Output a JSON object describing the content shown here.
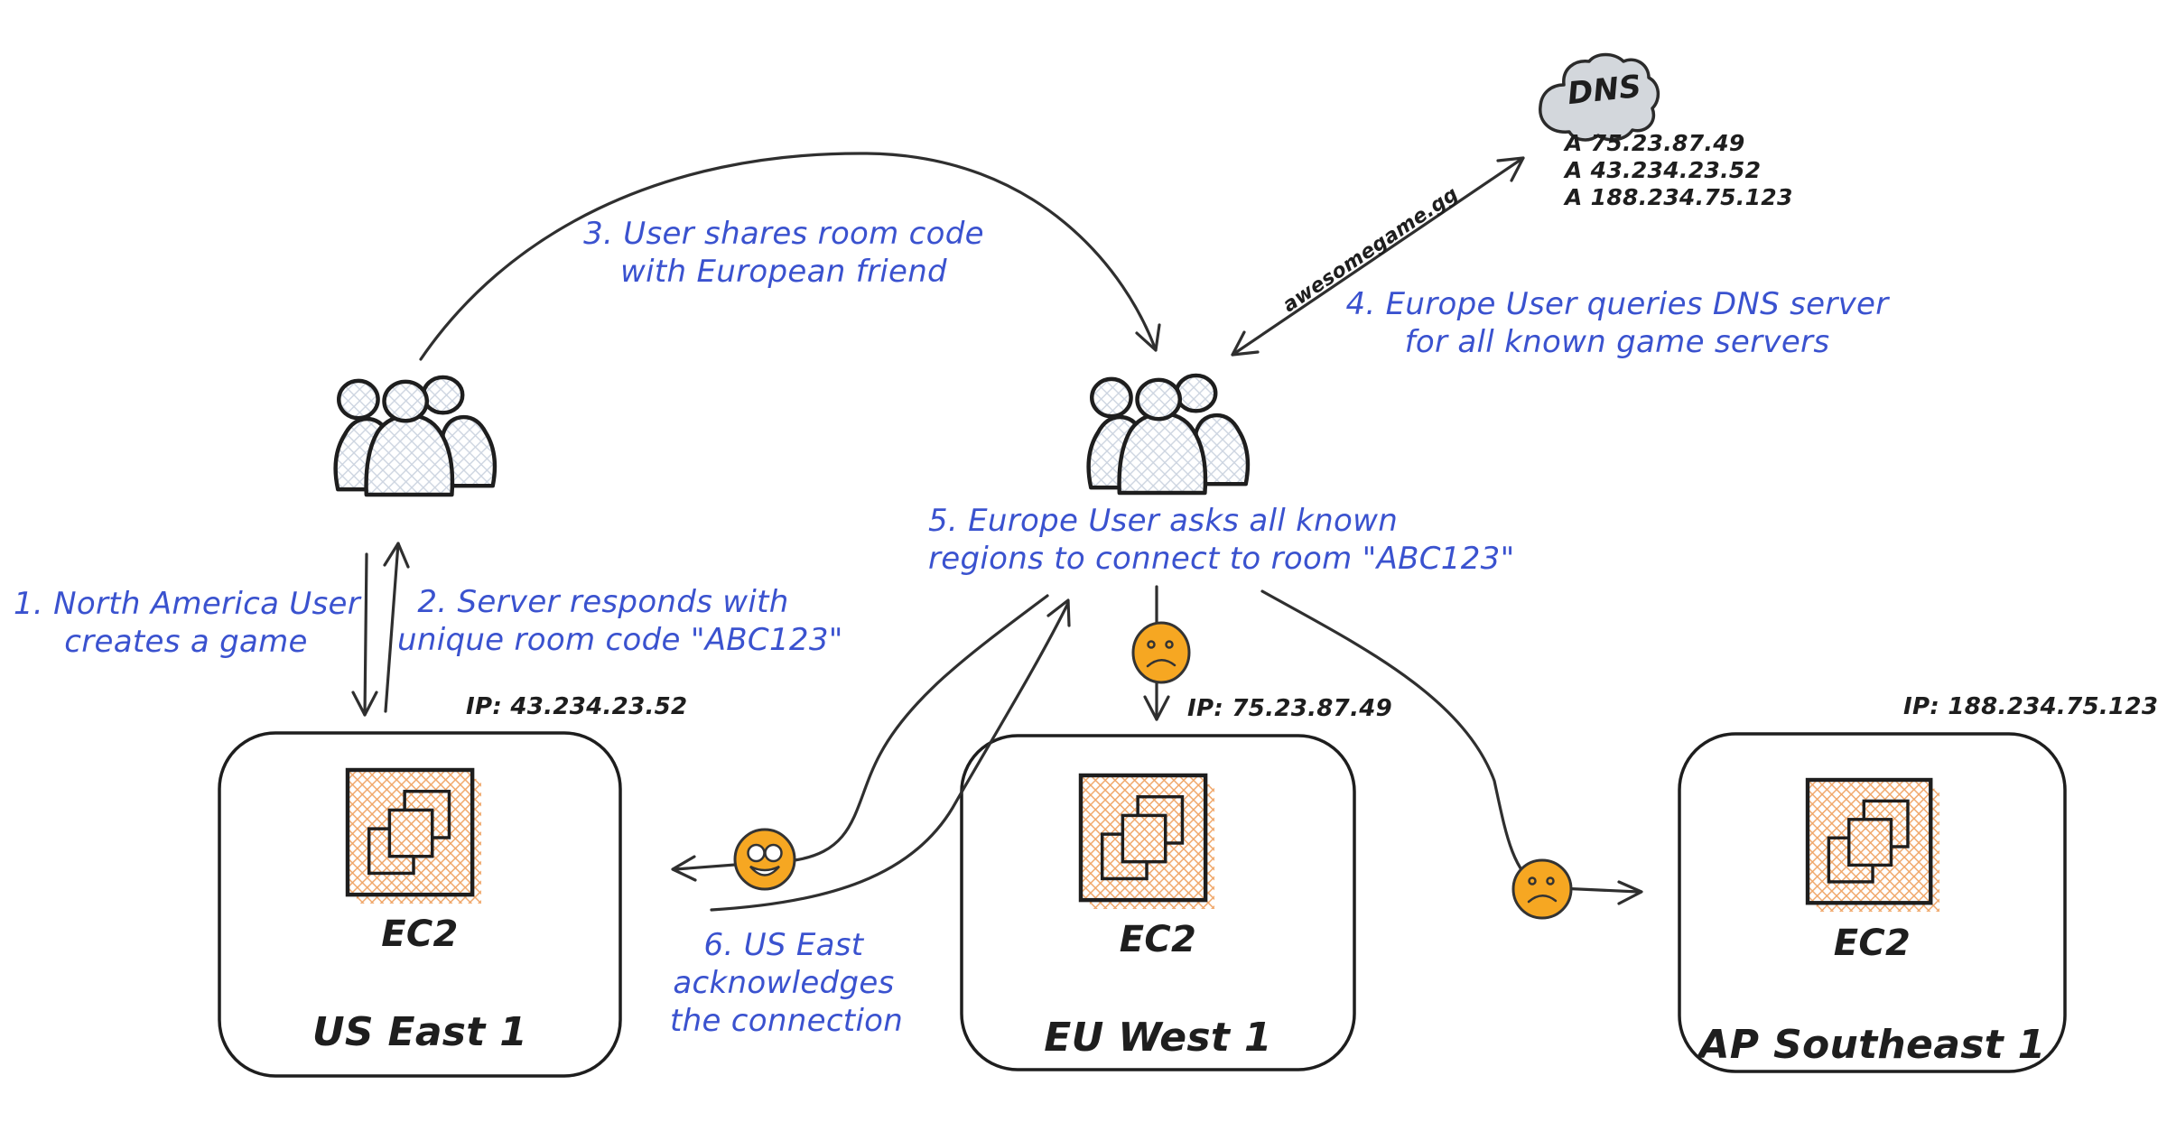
{
  "canvas": {
    "bg": "#ffffff"
  },
  "colors": {
    "note_blue": "#3a52cf",
    "ink": "#1e1e1e",
    "arrow": "#2f2f2f",
    "emoji_orange": "#f6a722",
    "hatch_orange": "#f0a566",
    "hatch_grey": "#ccd4e0",
    "cloud_grey": "#d3d7dc"
  },
  "dns": {
    "label": "DNS",
    "records": [
      "A 75.23.87.49",
      "A 43.234.23.52",
      "A 188.234.75.123"
    ],
    "query_label": "awesomegame.gg"
  },
  "notes": [
    {
      "lines": [
        "1. North America User",
        "creates a game"
      ]
    },
    {
      "lines": [
        "2. Server responds with",
        "unique room code \"ABC123\""
      ]
    },
    {
      "lines": [
        "3. User shares room code",
        "with European friend"
      ]
    },
    {
      "lines": [
        "4. Europe User queries DNS server",
        "for all known game servers"
      ]
    },
    {
      "lines": [
        "5. Europe User asks all known",
        "regions to connect to room \"ABC123\""
      ]
    },
    {
      "lines": [
        "6. US East",
        "acknowledges",
        "the connection"
      ]
    }
  ],
  "regions": [
    {
      "service": "EC2",
      "name": "US East 1",
      "ip": "IP: 43.234.23.52"
    },
    {
      "service": "EC2",
      "name": "EU West 1",
      "ip": "IP: 75.23.87.49"
    },
    {
      "service": "EC2",
      "name": "AP Southeast 1",
      "ip": "IP: 188.234.75.123"
    }
  ],
  "emojis": [
    {
      "id": "eu-west-mood",
      "mood": "sad"
    },
    {
      "id": "us-east-mood",
      "mood": "happy"
    },
    {
      "id": "ap-southeast-mood",
      "mood": "sad"
    }
  ]
}
